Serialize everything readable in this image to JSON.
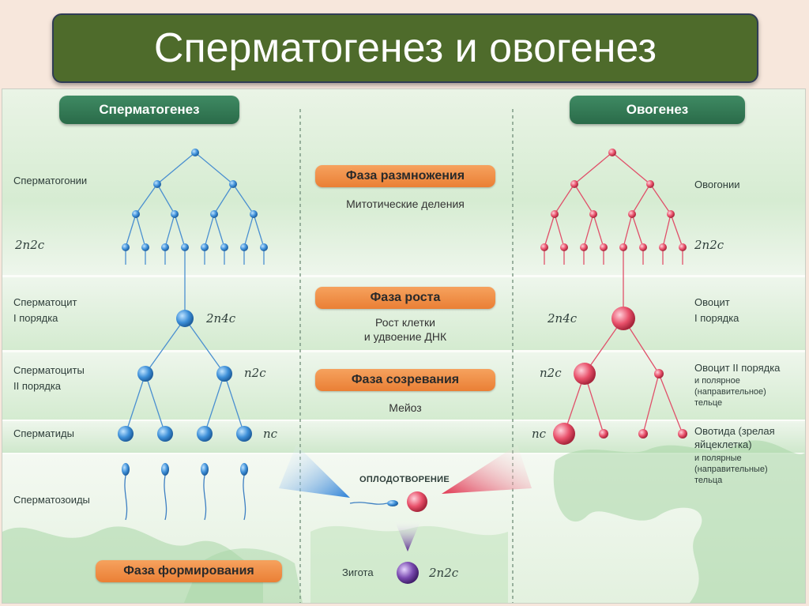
{
  "slide_title": "Сперматогенез и овогенез",
  "spermatogenesis": {
    "header": "Сперматогенез",
    "labels": {
      "spermatogonia": "Сперматогонии",
      "spermatocyte1_line1": "Сперматоцит",
      "spermatocyte1_line2": "I порядка",
      "spermatocytes2_line1": "Сперматоциты",
      "spermatocytes2_line2": "II порядка",
      "spermatids": "Сперматиды",
      "spermatozoa": "Сперматозоиды"
    },
    "formulas": {
      "gonia": "2n2c",
      "cyte1": "2n4c",
      "cyte2": "n2c",
      "tids": "nc"
    }
  },
  "oogenesis": {
    "header": "Овогенез",
    "labels": {
      "oogonia": "Овогонии",
      "oocyte1_line1": "Овоцит",
      "oocyte1_line2": "I порядка",
      "oocyte2": "Овоцит II порядка",
      "polar1_line1": "и полярное",
      "polar1_line2": "(направительное)",
      "polar1_line3": "тельце",
      "ootid_line1": "Овотида (зрелая",
      "ootid_line2": "яйцеклетка)",
      "polar2_line1": "и полярные",
      "polar2_line2": "(направительные)",
      "polar2_line3": "тельца"
    },
    "formulas": {
      "gonia": "2n2c",
      "cyte1": "2n4c",
      "cyte2": "n2c",
      "tid": "nc"
    }
  },
  "phases": {
    "reproduction": {
      "title": "Фаза размножения",
      "desc": "Митотические деления"
    },
    "growth": {
      "title": "Фаза роста",
      "desc_line1": "Рост клетки",
      "desc_line2": "и удвоение ДНК"
    },
    "maturation": {
      "title": "Фаза созревания",
      "desc": "Мейоз"
    },
    "formation": {
      "title": "Фаза формирования"
    }
  },
  "fertilization": {
    "label": "ОПЛОДОТВОРЕНИЕ",
    "zygote": "Зигота",
    "zygote_formula": "2n2c"
  },
  "colors": {
    "title_bg": "#4e6b2b",
    "male_cell": "#3d8fd8",
    "female_cell": "#e8506a",
    "phase": "#f08b42",
    "header": "#2f7a53",
    "zygote": "#7a4ab0"
  }
}
